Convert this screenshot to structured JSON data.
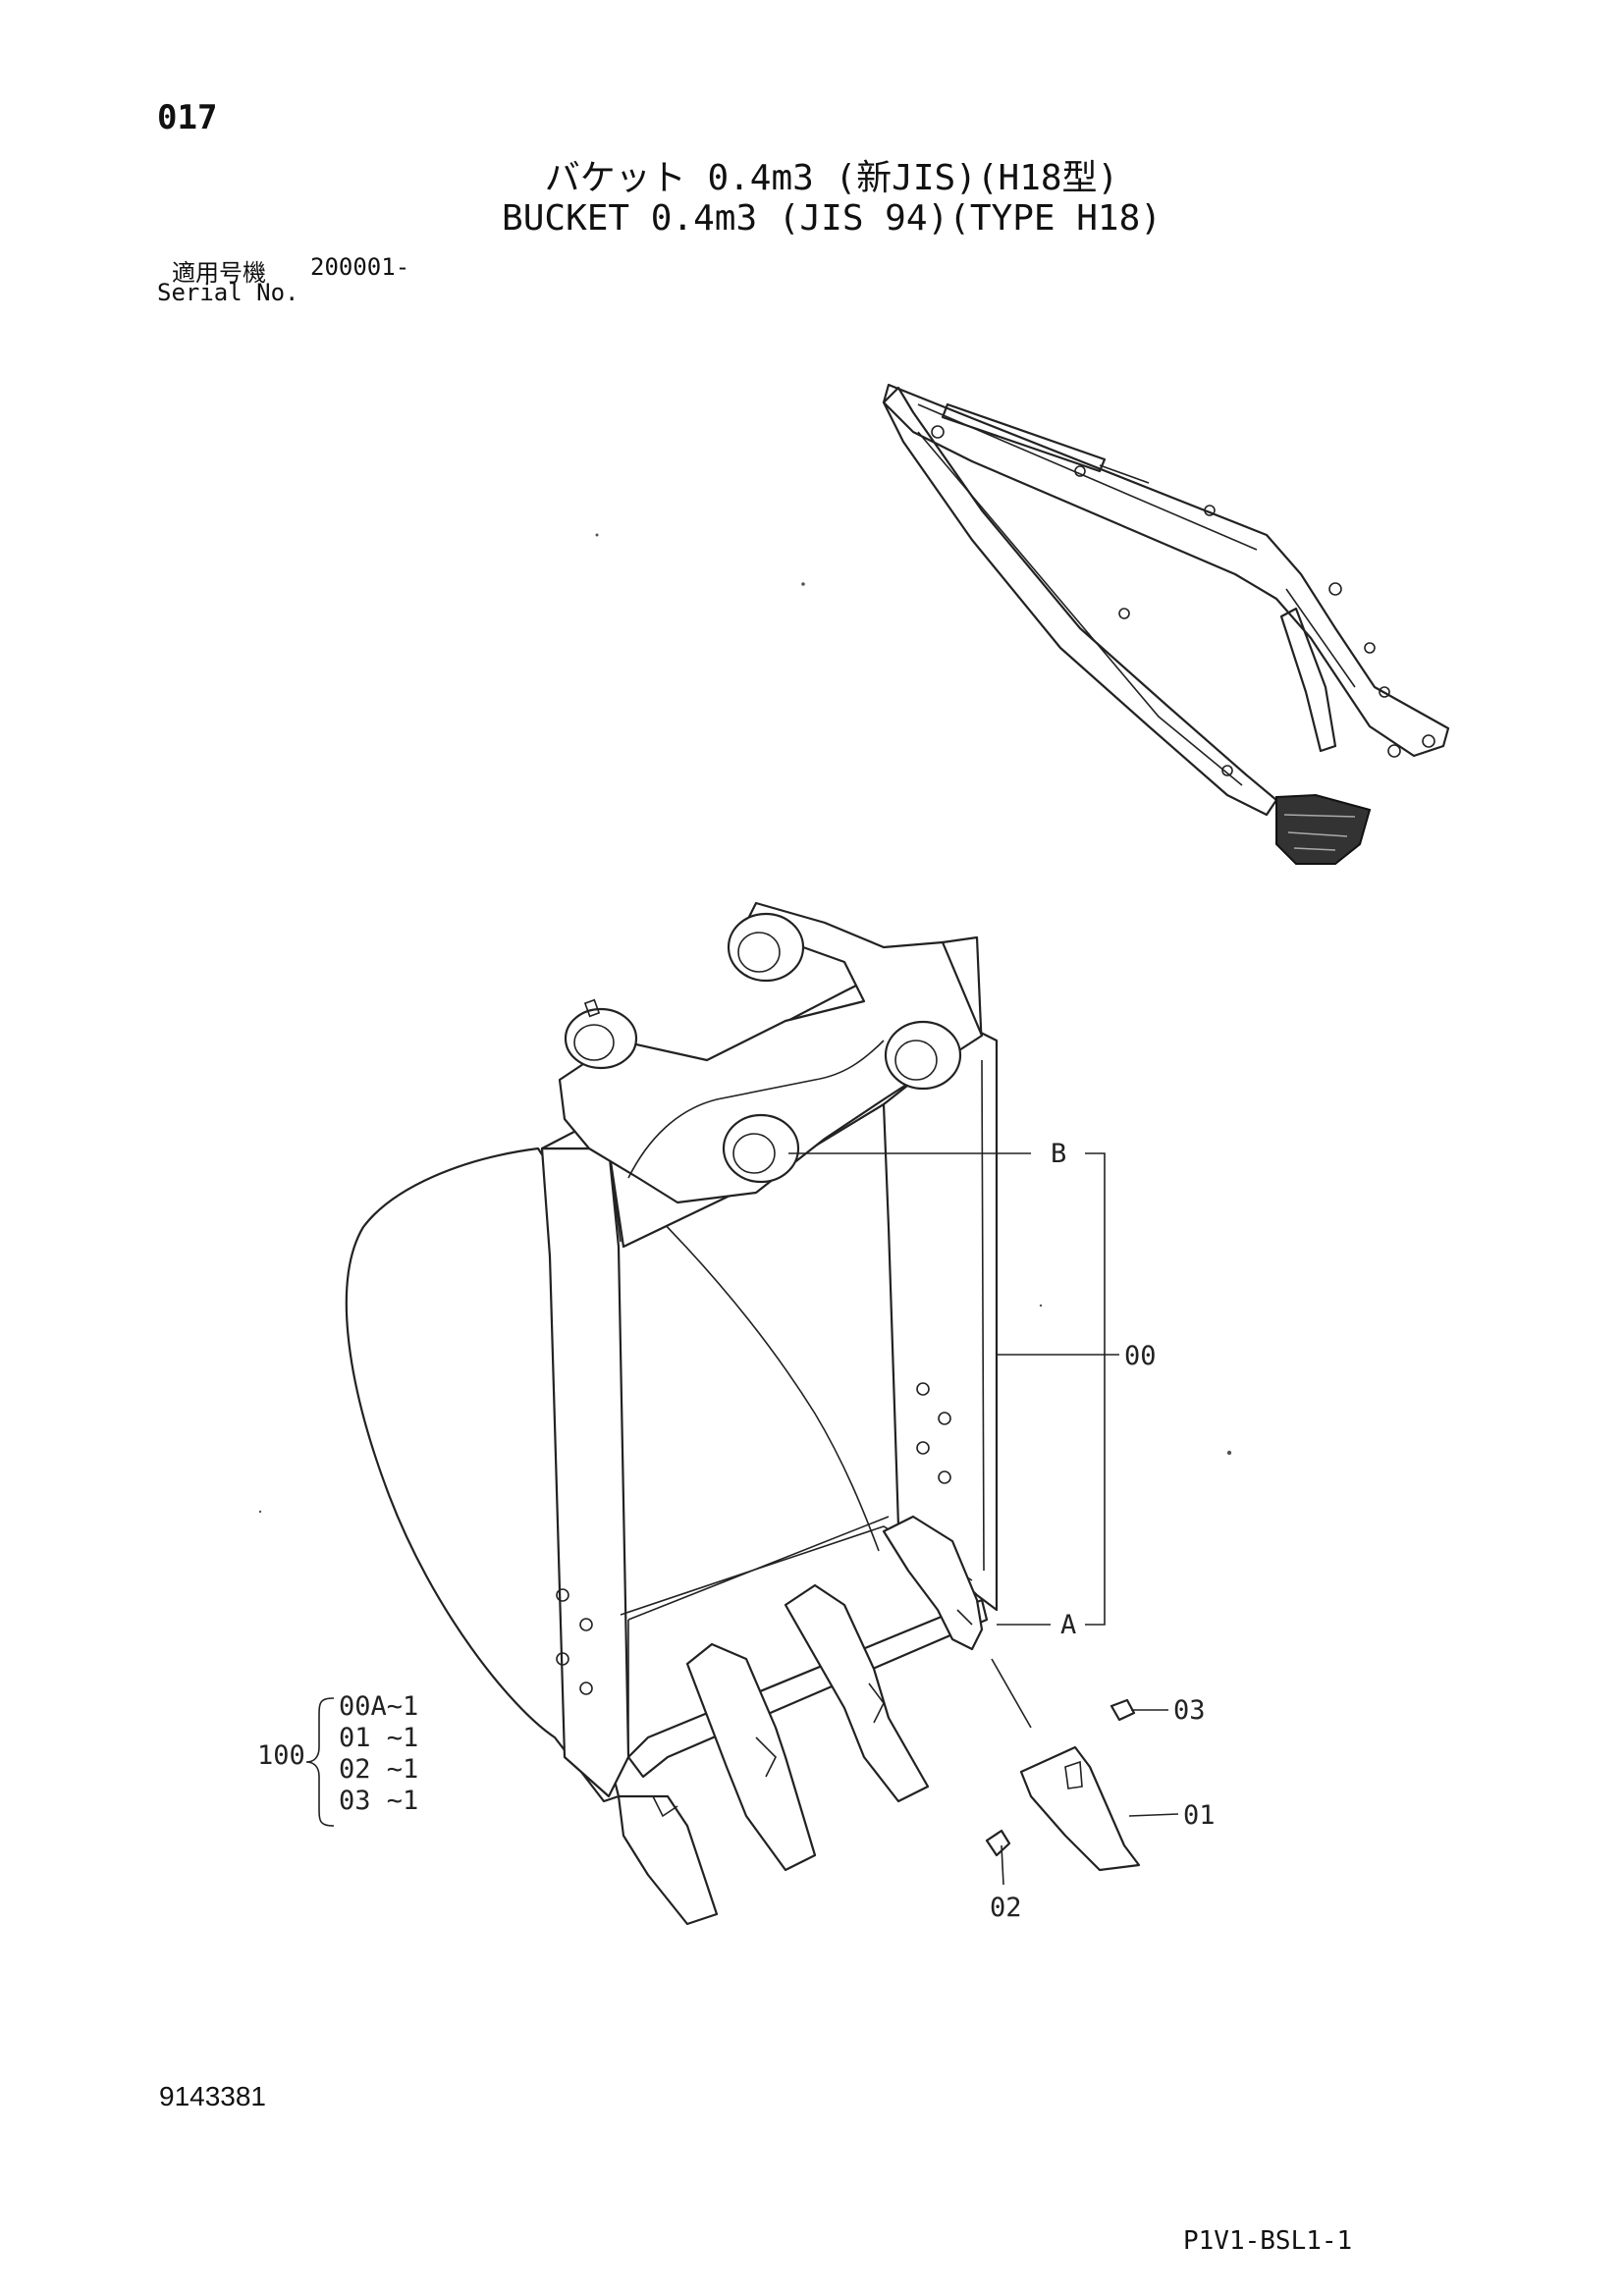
{
  "header": {
    "page_number": "017",
    "title_jp": "バケット 0.4m3 (新JIS)(H18型)",
    "title_en": "BUCKET 0.4m3 (JIS 94)(TYPE H18)",
    "serial_label_jp": "適用号機",
    "serial_value": "200001-",
    "serial_label_en": "Serial No."
  },
  "callouts": {
    "b": "B",
    "a": "A",
    "p00": "00",
    "p01": "01",
    "p02": "02",
    "p03": "03"
  },
  "assembly": {
    "number": "100",
    "items": [
      "00A~1",
      "01  ~1",
      "02  ~1",
      "03  ~1"
    ]
  },
  "footer": {
    "doc_number": "9143381",
    "page_code": "P1V1-BSL1-1"
  }
}
